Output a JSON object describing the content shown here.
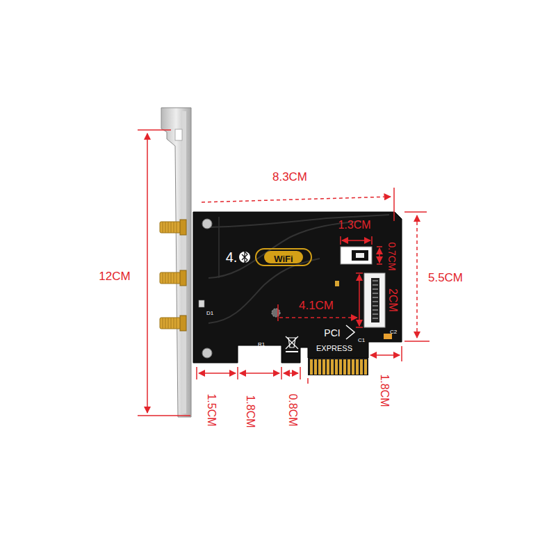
{
  "diagram": {
    "labels": [
      "12CM",
      "8.3CM",
      "1.3CM",
      "0.7CM",
      "5.5CM",
      "4.",
      "WiFi",
      "2CM",
      "4.1CM",
      "D1",
      "PCI",
      "EXPRESS",
      "R1",
      "C1",
      "C2",
      "1.5CM",
      "1.8CM",
      "0.8CM",
      "1.8CM"
    ]
  }
}
